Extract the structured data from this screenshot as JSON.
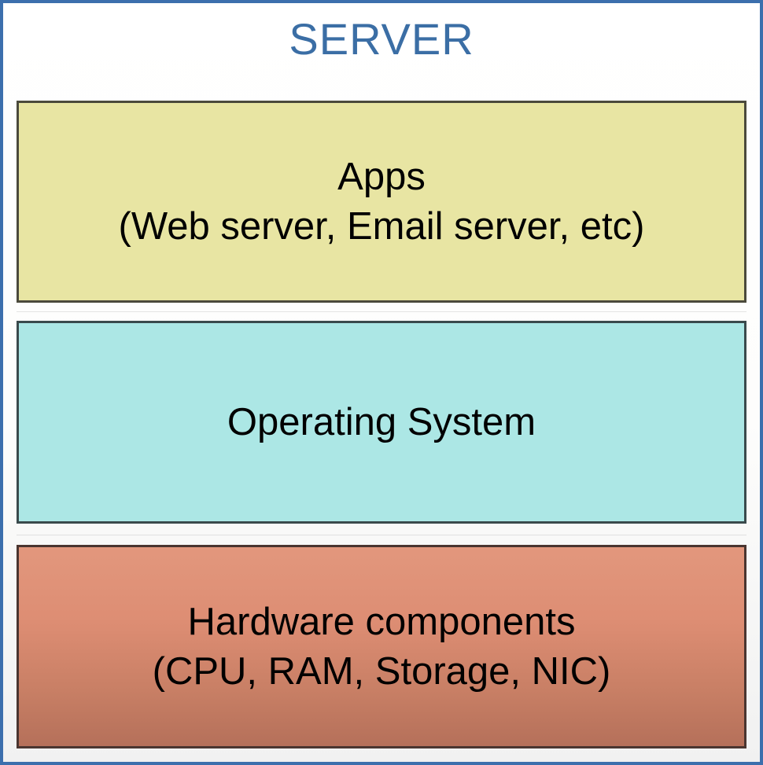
{
  "diagram": {
    "title": "SERVER",
    "type": "layered-stack",
    "colors": {
      "frame_border": "#3c6fad",
      "title_text": "#3b6ea5",
      "apps_fill": "#e8e5a3",
      "apps_border": "#4b4a3c",
      "os_fill": "#ace7e5",
      "os_border": "#3a4a4c",
      "hardware_fill_top": "#e2977d",
      "hardware_fill_bottom": "#b5705a",
      "hardware_border": "#4a3530",
      "layer_text": "#000000",
      "background": "#fcfcfb"
    },
    "layers": [
      {
        "id": "apps",
        "name": "Apps layer",
        "line1": "Apps",
        "line2": "(Web server, Email server, etc)"
      },
      {
        "id": "operating-system",
        "name": "Operating System layer",
        "line1": "Operating System",
        "line2": ""
      },
      {
        "id": "hardware",
        "name": "Hardware layer",
        "line1": "Hardware components",
        "line2": "(CPU, RAM, Storage, NIC)"
      }
    ]
  }
}
